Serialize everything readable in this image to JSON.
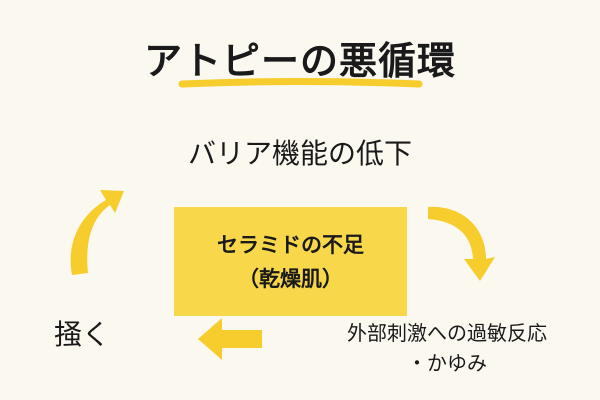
{
  "title": "アトピーの悪循環",
  "colors": {
    "accent": "#f7cc2d",
    "box": "#f9d74a",
    "background": "#fbf8ef",
    "text": "#1a1a1a"
  },
  "cycle": {
    "top": "バリア機能の低下",
    "right_line1": "外部刺激への過敏反応",
    "right_line2": "・かゆみ",
    "left": "掻く"
  },
  "center": {
    "line1": "セラミドの不足",
    "line2": "（乾燥肌）"
  },
  "arrows": [
    "curved-arrow-up-left",
    "curved-arrow-down-right",
    "arrow-left"
  ]
}
